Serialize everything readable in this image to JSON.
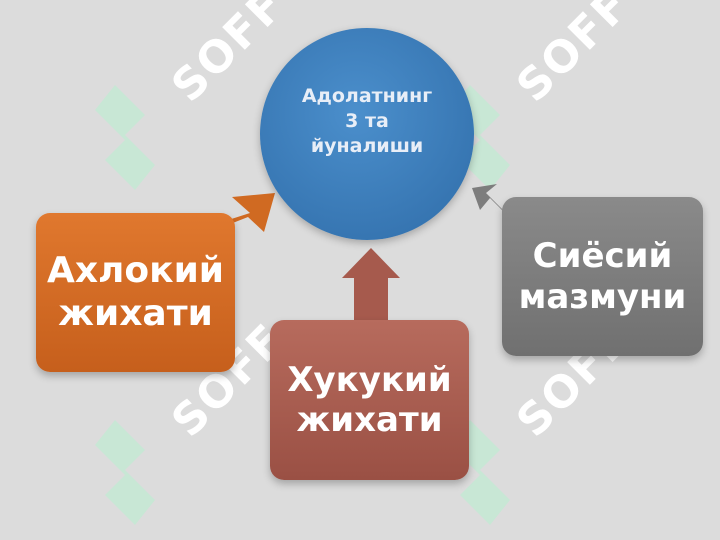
{
  "hub": {
    "label": "Адолатнинг\n3 та\nйуналиши",
    "color": "#3a7bbf"
  },
  "boxes": {
    "left": {
      "label": "Ахлокий\nжихати",
      "color": "#d06a22"
    },
    "center": {
      "label": "Хукукий\nжихати",
      "color": "#a65a4d"
    },
    "right": {
      "label": "Сиёсий\nмазмуни",
      "color": "#7d7d7d"
    }
  },
  "watermark": {
    "text": "SOFF",
    "color": "#ffffff",
    "icon_color": "#b8f0d0"
  }
}
